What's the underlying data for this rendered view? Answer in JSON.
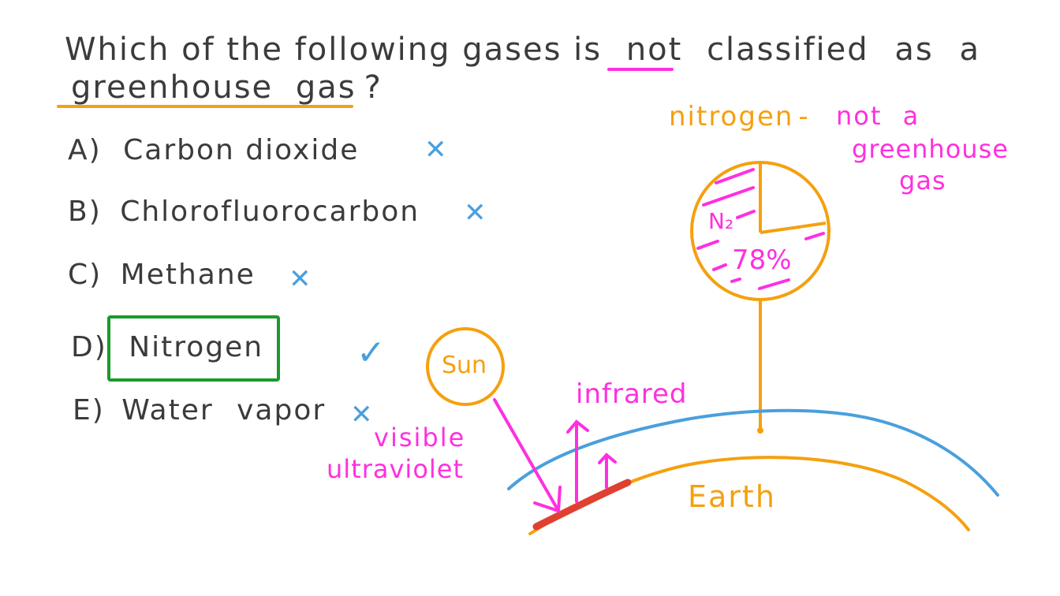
{
  "question": {
    "line1_prefix": "Which of the following gases is",
    "emphasis": "not",
    "line1_suffix": "classified as a",
    "line2": "greenhouse gas",
    "question_mark": "?"
  },
  "options": [
    {
      "letter": "A)",
      "text": "Carbon dioxide",
      "mark": "✕",
      "correct": false
    },
    {
      "letter": "B)",
      "text": "Chlorofluorocarbon",
      "mark": "✕",
      "correct": false
    },
    {
      "letter": "C)",
      "text": "Methane",
      "mark": "✕",
      "correct": false
    },
    {
      "letter": "D)",
      "text": "Nitrogen",
      "mark": "✓",
      "correct": true
    },
    {
      "letter": "E)",
      "text": "Water vapor",
      "mark": "✕",
      "correct": false
    }
  ],
  "diagram": {
    "title_orange": "nitrogen",
    "title_dash": "-",
    "title_pink_line1": "not a",
    "title_pink_line2": "greenhouse",
    "title_pink_line3": "gas",
    "pie_label": "N₂",
    "pie_percent": "78%",
    "sun_label": "Sun",
    "incoming_label_line1": "visible",
    "incoming_label_line2": "ultraviolet",
    "outgoing_label": "infrared",
    "earth_label": "Earth"
  },
  "colors": {
    "text": "#3b3b3b",
    "orange": "#f5a00f",
    "pink": "#ff2fe0",
    "blue": "#4a9fdd",
    "green": "#1a9a2a",
    "red": "#e04030"
  }
}
